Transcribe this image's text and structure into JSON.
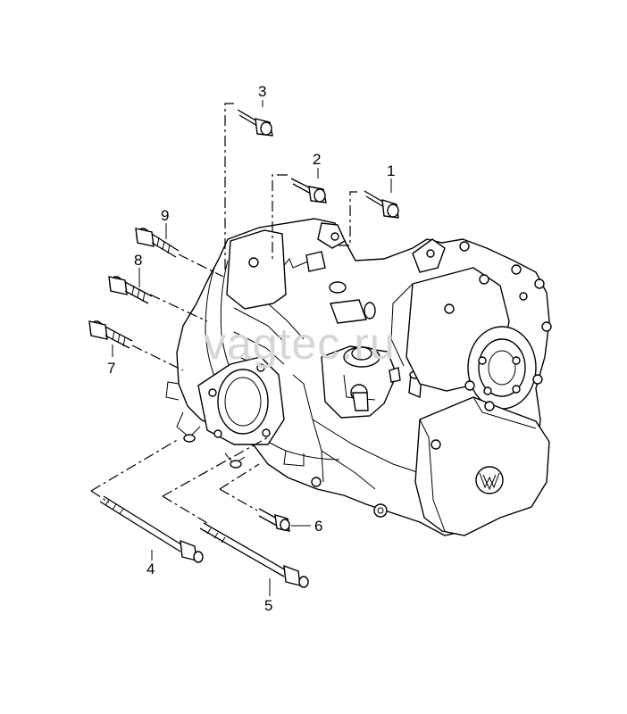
{
  "watermark": "vagtec.ru",
  "callouts": {
    "c1": "1",
    "c2": "2",
    "c3": "3",
    "c4": "4",
    "c5": "5",
    "c6": "6",
    "c7": "7",
    "c8": "8",
    "c9": "9"
  },
  "logo": "vw-logo"
}
